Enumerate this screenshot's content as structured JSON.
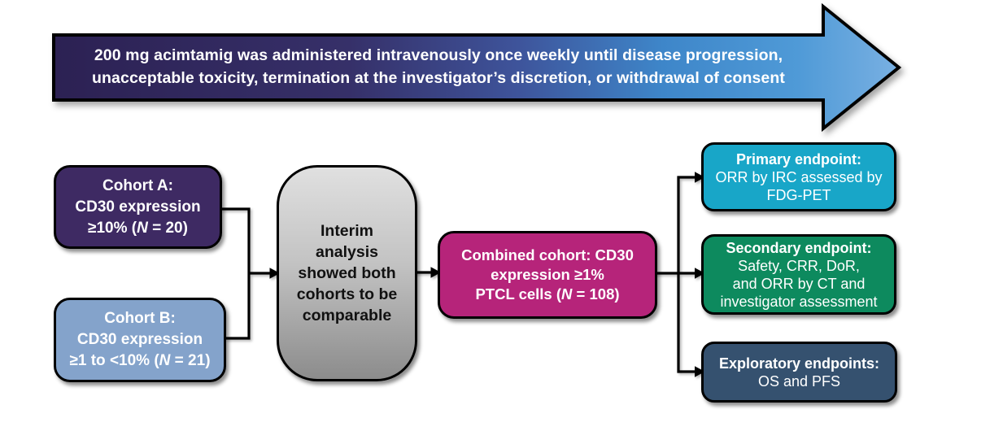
{
  "banner": {
    "line1": "200 mg acimtamig was administered intravenously once weekly until disease progression,",
    "line2": "unacceptable toxicity, termination at the investigator’s discretion, or withdrawal of consent"
  },
  "cohorts": {
    "a": {
      "title": "Cohort A:",
      "line2": "CD30 expression",
      "line3_pre": "≥10% (",
      "n_label": "N",
      "line3_post": " = 20)"
    },
    "b": {
      "title": "Cohort B:",
      "line2": "CD30 expression",
      "line3_pre": "≥1 to <10% (",
      "n_label": "N",
      "line3_post": " = 21)"
    }
  },
  "interim": {
    "lines": [
      "Interim",
      "analysis",
      "showed both",
      "cohorts to be",
      "comparable"
    ]
  },
  "combined": {
    "line1": "Combined cohort: CD30",
    "line2": "expression ≥1%",
    "line3_pre": "PTCL cells (",
    "n_label": "N",
    "line3_post": " = 108)"
  },
  "endpoints": {
    "primary": {
      "title": "Primary endpoint:",
      "line1": "ORR by IRC assessed by",
      "line2": "FDG-PET"
    },
    "secondary": {
      "title": "Secondary endpoint:",
      "line1": "Safety, CRR, DoR,",
      "line2": "and ORR by CT and",
      "line3": "investigator assessment"
    },
    "exploratory": {
      "title": "Exploratory endpoints:",
      "line1": "OS and PFS"
    }
  },
  "colors": {
    "banner_gradient_left": "#2c2153",
    "banner_gradient_mid": "#3e549b",
    "banner_gradient_right": "#79b0e2",
    "cohort_a": "#3e2a63",
    "cohort_b": "#84a3cb",
    "interim_top": "#e0e0e0",
    "interim_bottom": "#8c8c8c",
    "combined": "#b6247a",
    "primary": "#18a6c8",
    "secondary": "#0d8a5e",
    "exploratory": "#35516f",
    "outline": "#000000",
    "text_light": "#ffffff",
    "text_dark": "#111111"
  }
}
